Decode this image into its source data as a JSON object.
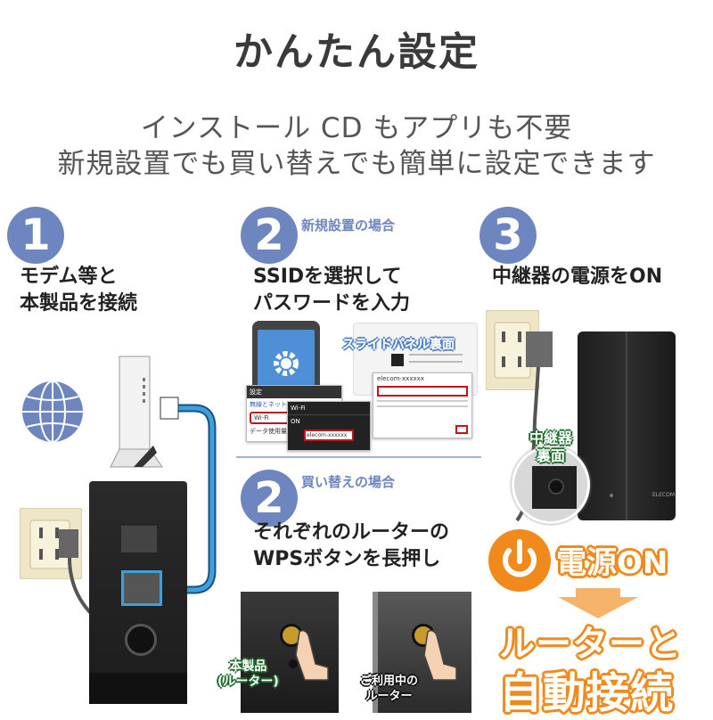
{
  "header": {
    "title": "かんたん設定",
    "subtitle_line1": "インストール CD もアプリも不要",
    "subtitle_line2": "新規設置でも買い替えでも簡単に設定できます"
  },
  "step1": {
    "number": "1",
    "line1": "モデム等と",
    "line2": "本製品を接続"
  },
  "step2_new": {
    "number": "2",
    "case_label": "新規設置の場合",
    "line1": "SSIDを選択して",
    "line2": "パスワードを入力"
  },
  "step2_replace": {
    "number": "2",
    "case_label": "買い替えの場合",
    "line1": "それぞれのルーターの",
    "line2": "WPSボタンを長押し"
  },
  "step3": {
    "number": "3",
    "line1": "中継器の電源をON"
  },
  "screens": {
    "slide_panel_label": "スライドパネル裏面",
    "settings_title": "設定",
    "network_item": "無線とネットワーク",
    "wifi_item": "Wi-Fi",
    "data_item": "データ使用量",
    "wifi_header": "Wi-Fi",
    "on_label": "ON",
    "network_name": "elecom-xxxxxx"
  },
  "labels": {
    "repeater_back_line1": "中継器",
    "repeater_back_line2": "裏面",
    "power_on": "電源ON",
    "auto_line1": "ルーターと",
    "auto_line2": "自動接続",
    "this_product_line1": "本製品",
    "this_product_line2": "(ルーター)",
    "current_router_line1": "ご利用中の",
    "current_router_line2": "ルーター",
    "brand": "ELECOM"
  },
  "colors": {
    "accent_blue": "#6e86c0",
    "orange": "#f18a1c",
    "green": "#1e6a2a",
    "cable_blue": "#3aa0e0"
  }
}
